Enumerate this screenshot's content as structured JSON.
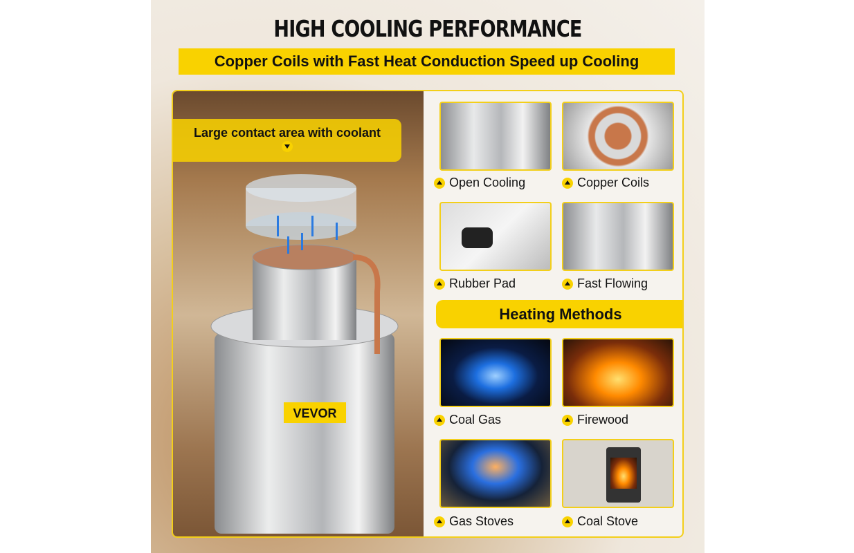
{
  "title": "HIGH COOLING PERFORMANCE",
  "subtitle": "Copper Coils with Fast Heat Conduction Speed up Cooling",
  "callout": "Large contact area with coolant",
  "brand": "VEVOR",
  "features": [
    {
      "label": "Open Cooling"
    },
    {
      "label": "Copper Coils"
    },
    {
      "label": "Rubber Pad"
    },
    {
      "label": "Fast Flowing"
    }
  ],
  "heating_title": "Heating Methods",
  "heating": [
    {
      "label": "Coal Gas"
    },
    {
      "label": "Firewood"
    },
    {
      "label": "Gas Stoves"
    },
    {
      "label": "Coal Stove"
    }
  ],
  "colors": {
    "accent": "#f9d200",
    "copper": "#c8774a"
  }
}
